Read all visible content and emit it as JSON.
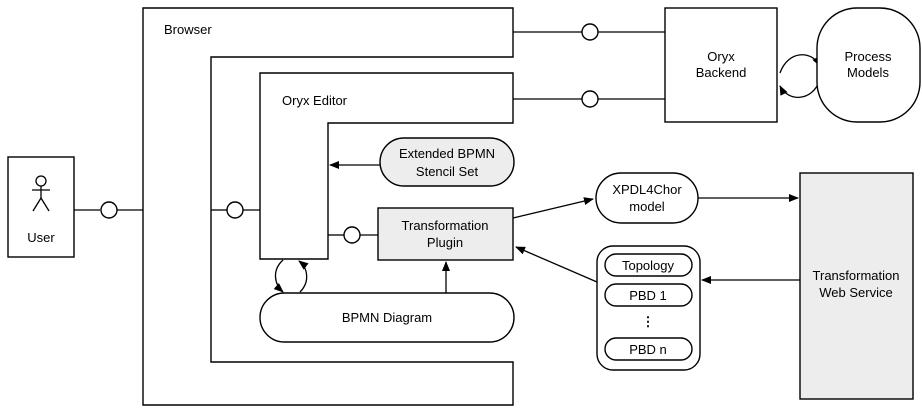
{
  "user": {
    "label": "User"
  },
  "browser": {
    "label": "Browser"
  },
  "oryx_editor": {
    "label": "Oryx Editor"
  },
  "oryx_backend": {
    "line1": "Oryx",
    "line2": "Backend"
  },
  "process_models": {
    "line1": "Process",
    "line2": "Models"
  },
  "stencil_set": {
    "line1": "Extended BPMN",
    "line2": "Stencil Set"
  },
  "transformation_plugin": {
    "line1": "Transformation",
    "line2": "Plugin"
  },
  "bpmn_diagram": {
    "label": "BPMN Diagram"
  },
  "xpdl4chor": {
    "line1": "XPDL4Chor",
    "line2": "model"
  },
  "web_service": {
    "line1": "Transformation",
    "line2": "Web Service"
  },
  "stack": {
    "item1": "Topology",
    "item2": "PBD 1",
    "ellipsis": "⋮",
    "item3": "PBD n"
  },
  "colors": {
    "grey_fill": "#ededed",
    "stroke": "#000000"
  }
}
